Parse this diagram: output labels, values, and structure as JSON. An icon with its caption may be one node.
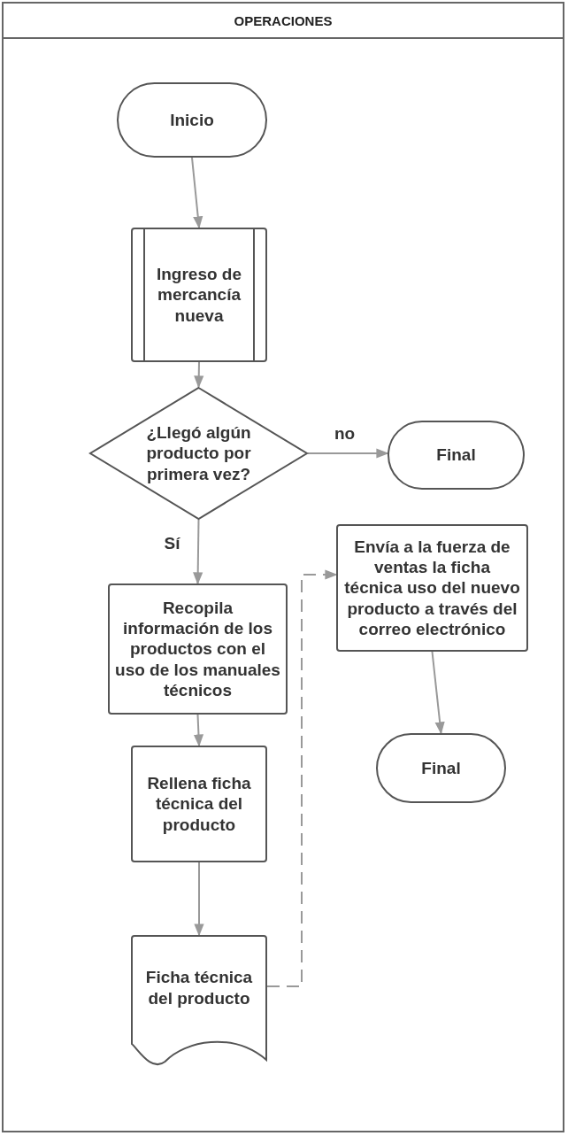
{
  "diagram": {
    "nodes": [
      {
        "text": [
          "OPERACIONES"
        ]
      },
      {
        "text": [
          "Inicio"
        ],
        "in": 0
      },
      {
        "text": [
          "Ingreso de mercancía nueva"
        ],
        "in": 0
      },
      {
        "text": [
          "¿Llegó algún producto por primera vez?"
        ],
        "in": 0
      },
      {
        "text": [
          "Final"
        ],
        "in": 0
      },
      {
        "text": [
          "Recopila información de los productos con el uso de los manuales técnicos"
        ],
        "in": 0
      },
      {
        "text": [
          "Envía a la fuerza de ventas la ficha técnica uso del nuevo producto a través del correo electrónico"
        ],
        "in": 0
      },
      {
        "text": [
          "Rellena ficha técnica del producto"
        ],
        "in": 0
      },
      {
        "text": [
          "Final"
        ],
        "in": 0
      },
      {
        "text": [
          "Ficha técnica del producto"
        ],
        "in": 0
      }
    ],
    "edges": [
      {
        "from": 1,
        "to": 2,
        "arrow": "to"
      },
      {
        "from": 2,
        "to": 3,
        "arrow": "to"
      },
      {
        "from": 3,
        "to": 4,
        "arrow": "to",
        "label": "no"
      },
      {
        "from": 3,
        "to": 5,
        "arrow": "to",
        "label": "Sí"
      },
      {
        "from": 5,
        "to": 7,
        "arrow": "to"
      },
      {
        "from": 7,
        "to": 9,
        "arrow": "to"
      },
      {
        "from": 9,
        "to": 6,
        "arrow": "to",
        "style": "dashed"
      },
      {
        "from": 6,
        "to": 8,
        "arrow": "to"
      }
    ]
  }
}
